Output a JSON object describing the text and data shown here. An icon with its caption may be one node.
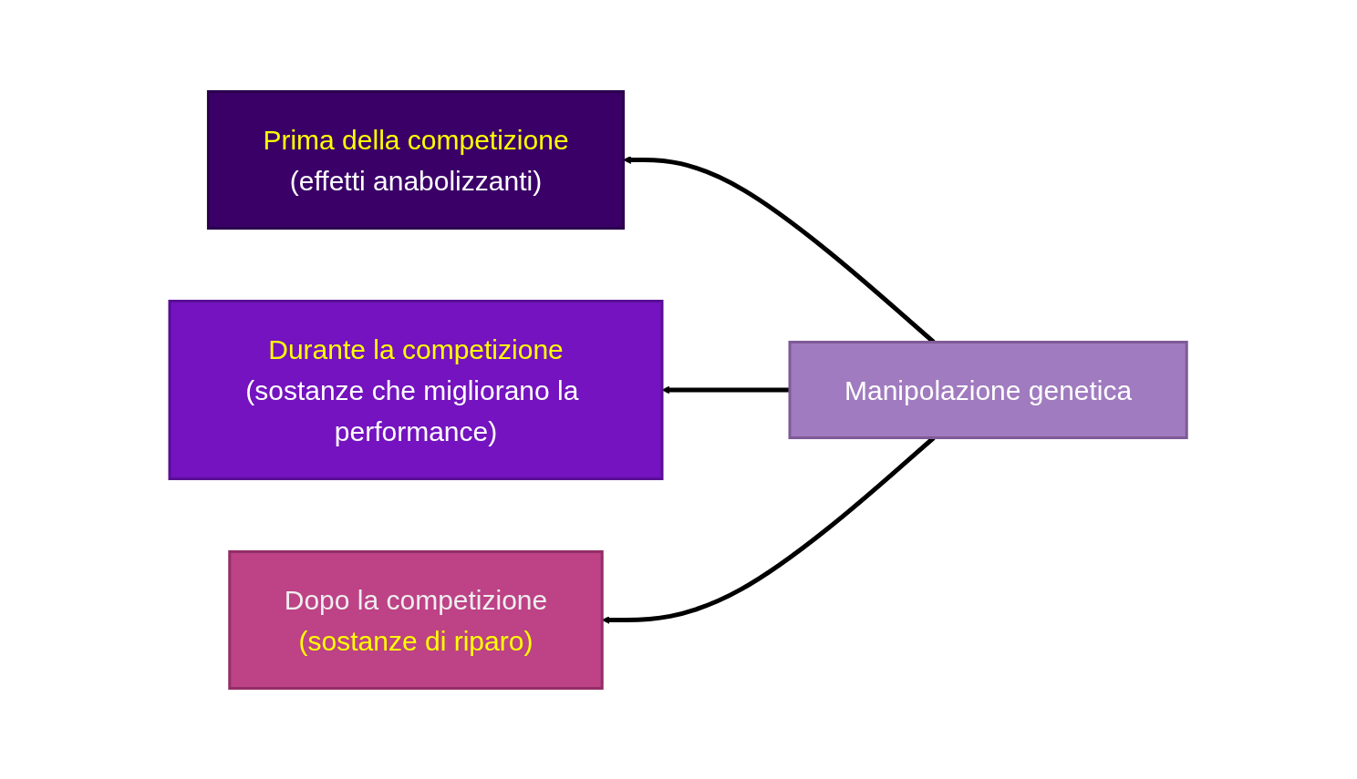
{
  "diagram": {
    "nodes": [
      {
        "text": [
          "Prima della competizione",
          "(effetti anabolizzanti)"
        ]
      },
      {
        "text": [
          "Manipolazione genetica"
        ]
      },
      {
        "text": [
          "Durante la competizione",
          "(sostanze che migliorano la performance)"
        ]
      },
      {
        "text": [
          "Dopo la competizione",
          "(sostanze di riparo)"
        ]
      }
    ],
    "edges": [
      {
        "from": 1,
        "to": 0,
        "arrow": "to"
      },
      {
        "from": 1,
        "to": 2,
        "arrow": "to"
      },
      {
        "from": 1,
        "to": 3,
        "arrow": "to"
      }
    ]
  }
}
